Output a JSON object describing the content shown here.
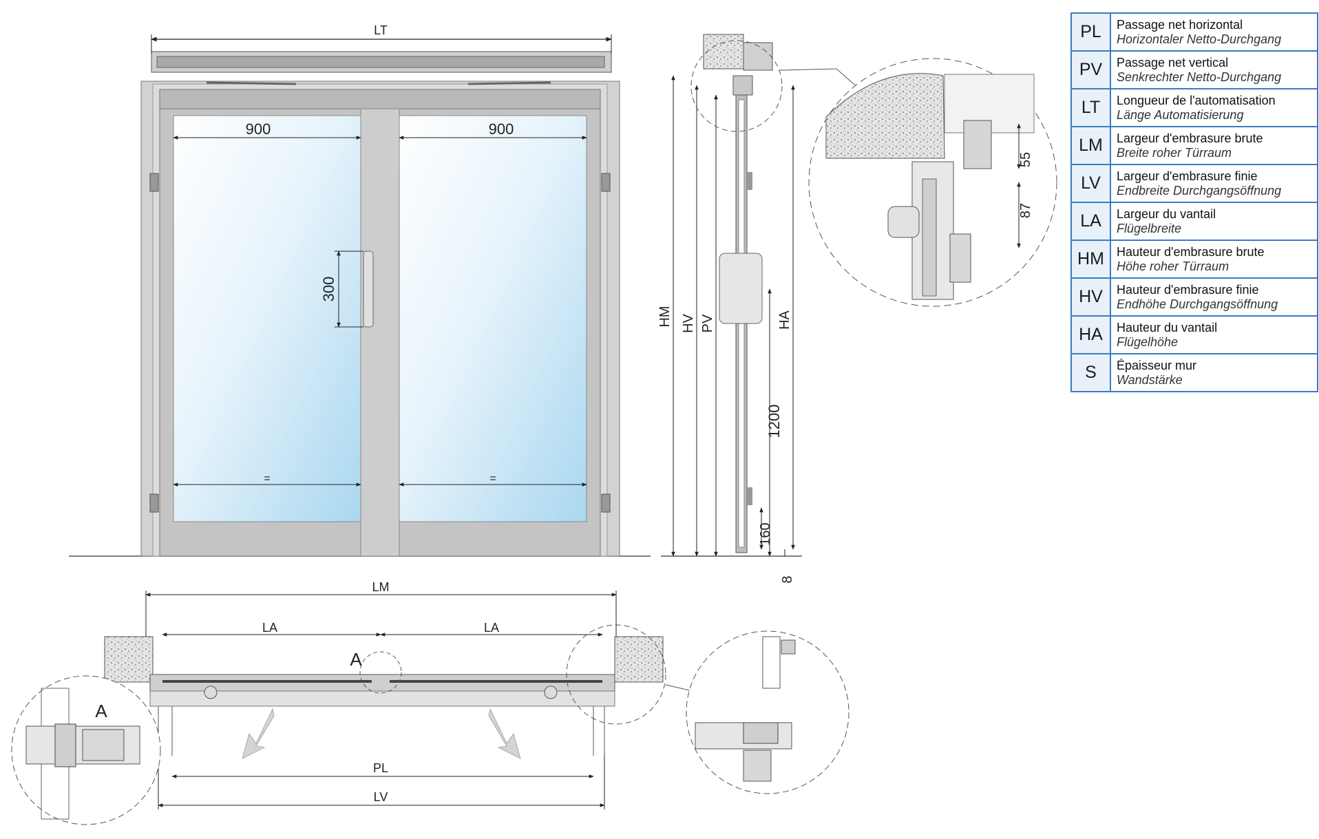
{
  "front_view": {
    "lt_label": "LT",
    "left_width": "900",
    "right_width": "900",
    "handle_height": "300",
    "left_equal": "=",
    "right_equal": "="
  },
  "side_view": {
    "hm_label": "HM",
    "hv_label": "HV",
    "pv_label": "PV",
    "ha_label": "HA",
    "handle_position": "1200",
    "bottom_rail": "160",
    "floor_gap": "8"
  },
  "detail_top": {
    "dim_55": "55",
    "dim_87": "87"
  },
  "plan_view": {
    "lm_label": "LM",
    "la_left": "LA",
    "la_right": "LA",
    "detail_a": "A",
    "pl_label": "PL",
    "lv_label": "LV"
  },
  "detail_a": {
    "label": "A"
  },
  "legend": [
    {
      "code": "PL",
      "fr": "Passage net horizontal",
      "de": "Horizontaler Netto-Durchgang"
    },
    {
      "code": "PV",
      "fr": "Passage net vertical",
      "de": "Senkrechter Netto-Durchgang"
    },
    {
      "code": "LT",
      "fr": "Longueur de l'automatisation",
      "de": "Länge Automatisierung"
    },
    {
      "code": "LM",
      "fr": "Largeur d'embrasure brute",
      "de": "Breite roher Türraum"
    },
    {
      "code": "LV",
      "fr": "Largeur d'embrasure finie",
      "de": "Endbreite Durchgangsöffnung"
    },
    {
      "code": "LA",
      "fr": "Largeur du vantail",
      "de": "Flügelbreite"
    },
    {
      "code": "HM",
      "fr": "Hauteur d'embrasure brute",
      "de": "Höhe roher Türraum"
    },
    {
      "code": "HV",
      "fr": "Hauteur d'embrasure finie",
      "de": "Endhöhe Durchgangsöffnung"
    },
    {
      "code": "HA",
      "fr": "Hauteur du vantail",
      "de": "Flügelhöhe"
    },
    {
      "code": "S",
      "fr": "Épaisseur mur",
      "de": "Wandstärke"
    }
  ],
  "colors": {
    "glass_top": "#ffffff",
    "glass_bottom": "#a9d7f0",
    "frame": "#c9c9c9",
    "legend_border": "#3a7bbf",
    "legend_code_bg": "#e8f1fa"
  }
}
